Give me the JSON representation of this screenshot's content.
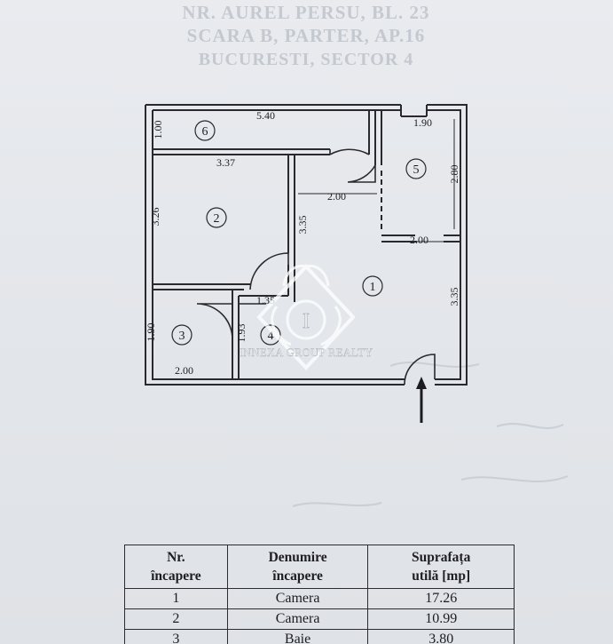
{
  "header": {
    "line1": "NR. AUREL PERSU, BL. 23",
    "line2": "SCARA B, PARTER, AP.16",
    "line3": "BUCURESTI, SECTOR 4"
  },
  "plan": {
    "dimensions": {
      "room6_length": "5.40",
      "room6_width": "1.00",
      "room5_width": "1.90",
      "room5_length": "2.80",
      "room5_bottom": "2.00",
      "room2_width": "3.37",
      "room2_height": "3.26",
      "corridor_width": "2.00",
      "corridor_height": "3.35",
      "room1_height": "3.35",
      "room4_width": "1.35",
      "room4_height": "1.93",
      "room3_height": "1.90",
      "room3_width": "2.00"
    },
    "room_labels": [
      "1",
      "2",
      "3",
      "4",
      "5",
      "6"
    ]
  },
  "watermark": {
    "monogram": "I",
    "text": "INNEXA GROUP REALTY"
  },
  "table": {
    "headers": [
      "Nr. încapere",
      "Denumire încapere",
      "Suprafața utilă [mp]"
    ],
    "rows": [
      {
        "nr": "1",
        "name": "Camera",
        "area": "17.26"
      },
      {
        "nr": "2",
        "name": "Camera",
        "area": "10.99"
      },
      {
        "nr": "3",
        "name": "Baie",
        "area": "3.80"
      }
    ]
  }
}
